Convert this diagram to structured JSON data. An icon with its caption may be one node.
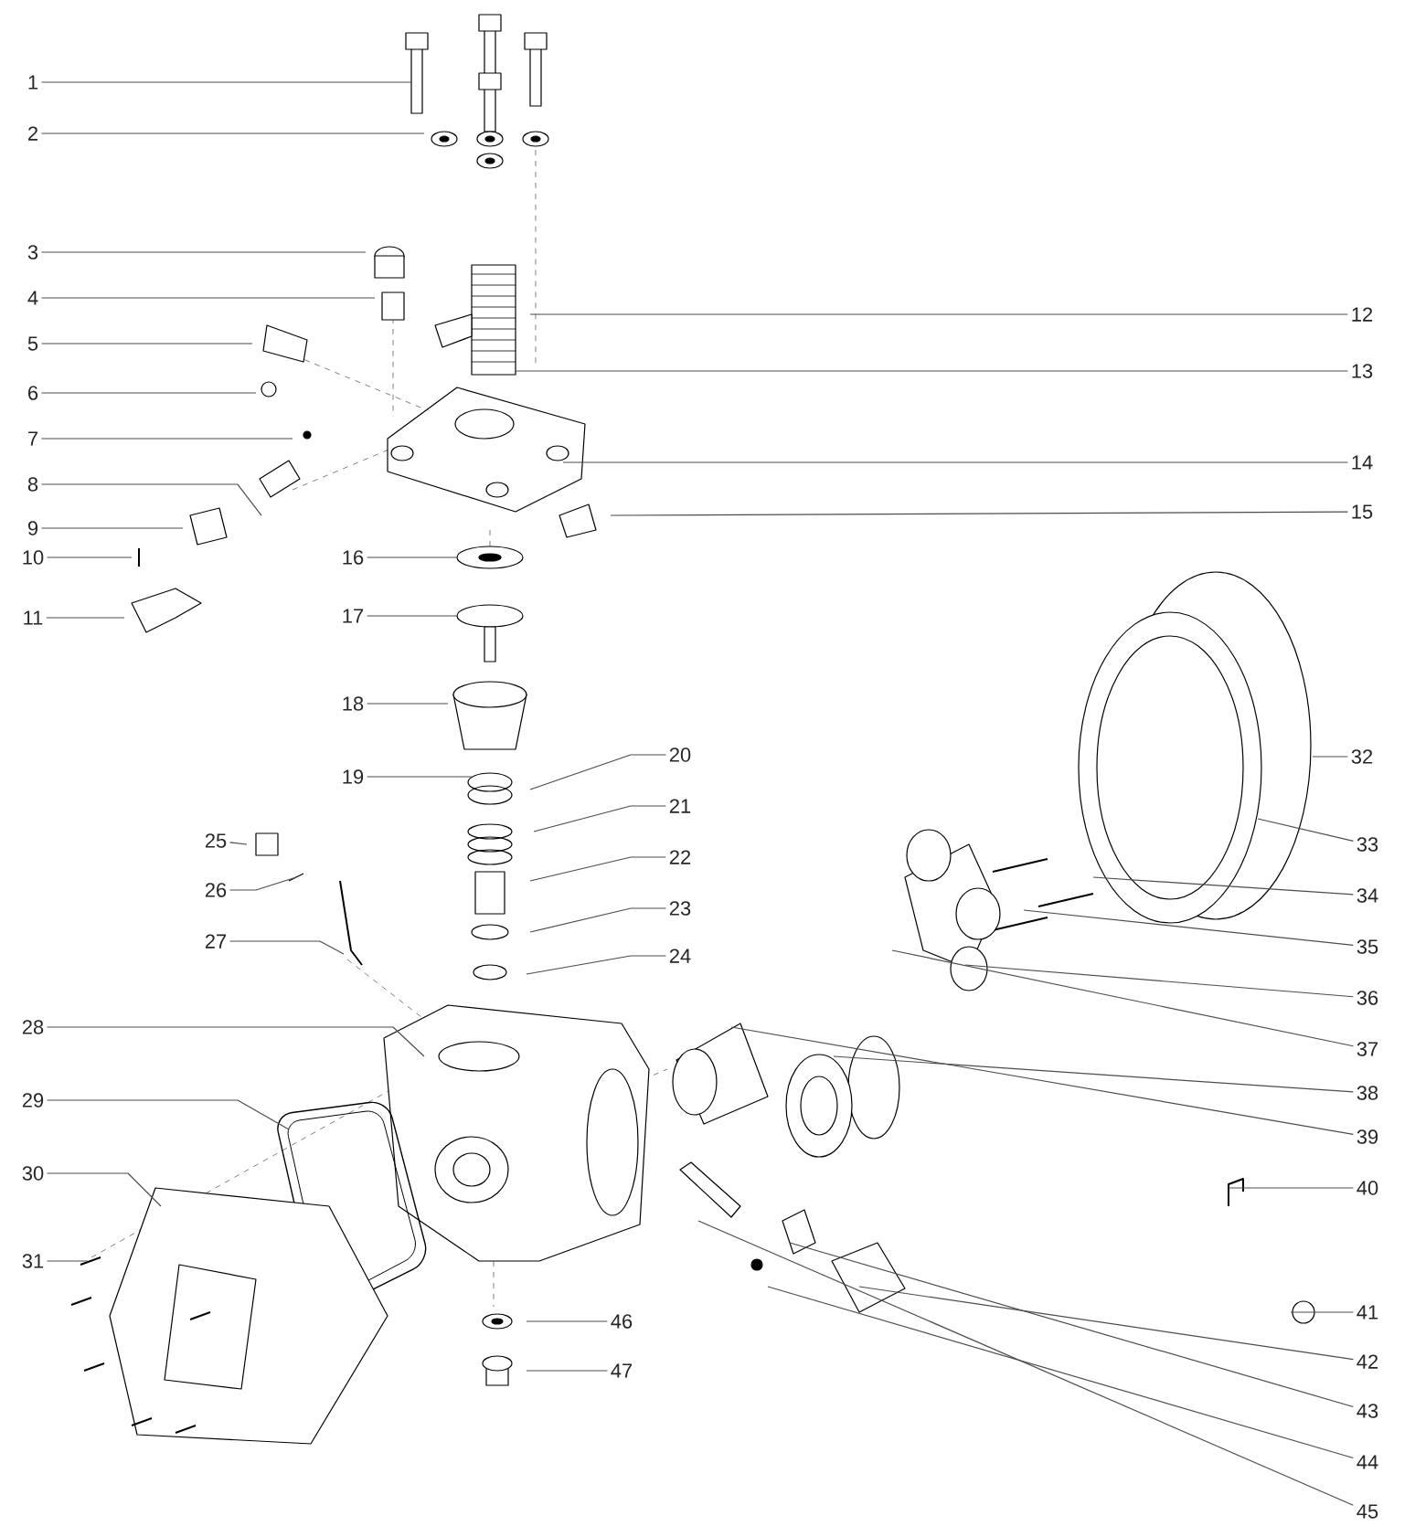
{
  "diagram": {
    "nodes": [
      {
        "text": [
          "1"
        ]
      },
      {
        "text": [
          "2"
        ]
      },
      {
        "text": [
          "3"
        ]
      },
      {
        "text": [
          "4"
        ]
      },
      {
        "text": [
          "5"
        ]
      },
      {
        "text": [
          "6"
        ]
      },
      {
        "text": [
          "7"
        ]
      },
      {
        "text": [
          "8"
        ]
      },
      {
        "text": [
          "9"
        ]
      },
      {
        "text": [
          "10"
        ]
      },
      {
        "text": [
          "11"
        ]
      },
      {
        "text": [
          "12"
        ]
      },
      {
        "text": [
          "13"
        ]
      },
      {
        "text": [
          "14"
        ]
      },
      {
        "text": [
          "15"
        ]
      },
      {
        "text": [
          "16"
        ]
      },
      {
        "text": [
          "17"
        ]
      },
      {
        "text": [
          "18"
        ]
      },
      {
        "text": [
          "19"
        ]
      },
      {
        "text": [
          "20"
        ]
      },
      {
        "text": [
          "21"
        ]
      },
      {
        "text": [
          "22"
        ]
      },
      {
        "text": [
          "23"
        ]
      },
      {
        "text": [
          "24"
        ]
      },
      {
        "text": [
          "25"
        ]
      },
      {
        "text": [
          "26"
        ]
      },
      {
        "text": [
          "27"
        ]
      },
      {
        "text": [
          "28"
        ]
      },
      {
        "text": [
          "29"
        ]
      },
      {
        "text": [
          "30"
        ]
      },
      {
        "text": [
          "31"
        ]
      },
      {
        "text": [
          "32"
        ]
      },
      {
        "text": [
          "33"
        ]
      },
      {
        "text": [
          "34"
        ]
      },
      {
        "text": [
          "35"
        ]
      },
      {
        "text": [
          "36"
        ]
      },
      {
        "text": [
          "37"
        ]
      },
      {
        "text": [
          "38"
        ]
      },
      {
        "text": [
          "39"
        ]
      },
      {
        "text": [
          "40"
        ]
      },
      {
        "text": [
          "41"
        ]
      },
      {
        "text": [
          "42"
        ]
      },
      {
        "text": [
          "43"
        ]
      },
      {
        "text": [
          "44"
        ]
      },
      {
        "text": [
          "45"
        ]
      },
      {
        "text": [
          "46"
        ]
      },
      {
        "text": [
          "47"
        ]
      }
    ],
    "edges": [
      {
        "from": 0,
        "to": null,
        "arrow": "none"
      },
      {
        "from": 1,
        "to": null,
        "arrow": "none"
      },
      {
        "from": 2,
        "to": null,
        "arrow": "none"
      },
      {
        "from": 3,
        "to": null,
        "arrow": "none"
      },
      {
        "from": 4,
        "to": null,
        "arrow": "none"
      },
      {
        "from": 5,
        "to": null,
        "arrow": "none"
      },
      {
        "from": 6,
        "to": null,
        "arrow": "none"
      },
      {
        "from": 7,
        "to": null,
        "arrow": "none"
      },
      {
        "from": 8,
        "to": null,
        "arrow": "none"
      },
      {
        "from": 9,
        "to": null,
        "arrow": "none"
      },
      {
        "from": 10,
        "to": null,
        "arrow": "none"
      },
      {
        "from": 11,
        "to": null,
        "arrow": "none"
      },
      {
        "from": 12,
        "to": null,
        "arrow": "none"
      },
      {
        "from": 13,
        "to": null,
        "arrow": "none"
      },
      {
        "from": 14,
        "to": null,
        "arrow": "none"
      },
      {
        "from": 15,
        "to": null,
        "arrow": "none"
      },
      {
        "from": 16,
        "to": null,
        "arrow": "none"
      },
      {
        "from": 17,
        "to": null,
        "arrow": "none"
      },
      {
        "from": 18,
        "to": null,
        "arrow": "none"
      },
      {
        "from": 19,
        "to": null,
        "arrow": "none"
      },
      {
        "from": 20,
        "to": null,
        "arrow": "none"
      },
      {
        "from": 21,
        "to": null,
        "arrow": "none"
      },
      {
        "from": 22,
        "to": null,
        "arrow": "none"
      },
      {
        "from": 23,
        "to": null,
        "arrow": "none"
      },
      {
        "from": 24,
        "to": null,
        "arrow": "none"
      },
      {
        "from": 25,
        "to": null,
        "arrow": "none"
      },
      {
        "from": 26,
        "to": null,
        "arrow": "none"
      },
      {
        "from": 27,
        "to": null,
        "arrow": "none"
      },
      {
        "from": 28,
        "to": null,
        "arrow": "none"
      },
      {
        "from": 29,
        "to": null,
        "arrow": "none"
      },
      {
        "from": 30,
        "to": null,
        "arrow": "none"
      },
      {
        "from": 31,
        "to": null,
        "arrow": "none"
      },
      {
        "from": 32,
        "to": null,
        "arrow": "none"
      },
      {
        "from": 33,
        "to": null,
        "arrow": "none"
      },
      {
        "from": 34,
        "to": null,
        "arrow": "none"
      },
      {
        "from": 35,
        "to": null,
        "arrow": "none"
      },
      {
        "from": 36,
        "to": null,
        "arrow": "none"
      },
      {
        "from": 37,
        "to": null,
        "arrow": "none"
      },
      {
        "from": 38,
        "to": null,
        "arrow": "none"
      },
      {
        "from": 39,
        "to": null,
        "arrow": "none"
      },
      {
        "from": 40,
        "to": null,
        "arrow": "none"
      },
      {
        "from": 41,
        "to": null,
        "arrow": "none"
      },
      {
        "from": 42,
        "to": null,
        "arrow": "none"
      },
      {
        "from": 43,
        "to": null,
        "arrow": "none"
      },
      {
        "from": 44,
        "to": null,
        "arrow": "none"
      },
      {
        "from": 45,
        "to": null,
        "arrow": "none"
      },
      {
        "from": 46,
        "to": null,
        "arrow": "none"
      }
    ]
  }
}
